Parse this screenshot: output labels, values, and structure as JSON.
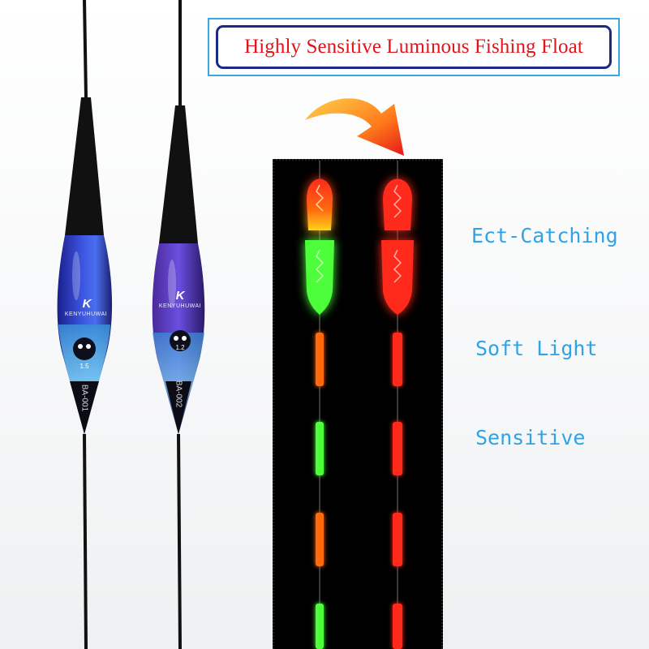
{
  "header": {
    "title": "Highly Sensitive Luminous Fishing Float"
  },
  "features": [
    {
      "label": "Ect-Catching"
    },
    {
      "label": "Soft Light"
    },
    {
      "label": "Sensitive"
    }
  ],
  "floats": [
    {
      "brand": "KENYUHUWAI",
      "model": "BA-001",
      "size_mark": "1.5"
    },
    {
      "brand": "KENYUHUWAI",
      "model": "BA-002",
      "size_mark": "1.2"
    }
  ],
  "colors": {
    "title_text": "#e0141a",
    "title_border": "#1d2a82",
    "frame_border": "#37a9e0",
    "feature_text": "#2fa3e6",
    "glow_red": "#ff2a1a",
    "glow_green": "#4dff3a",
    "glow_orange": "#ff6a10"
  }
}
